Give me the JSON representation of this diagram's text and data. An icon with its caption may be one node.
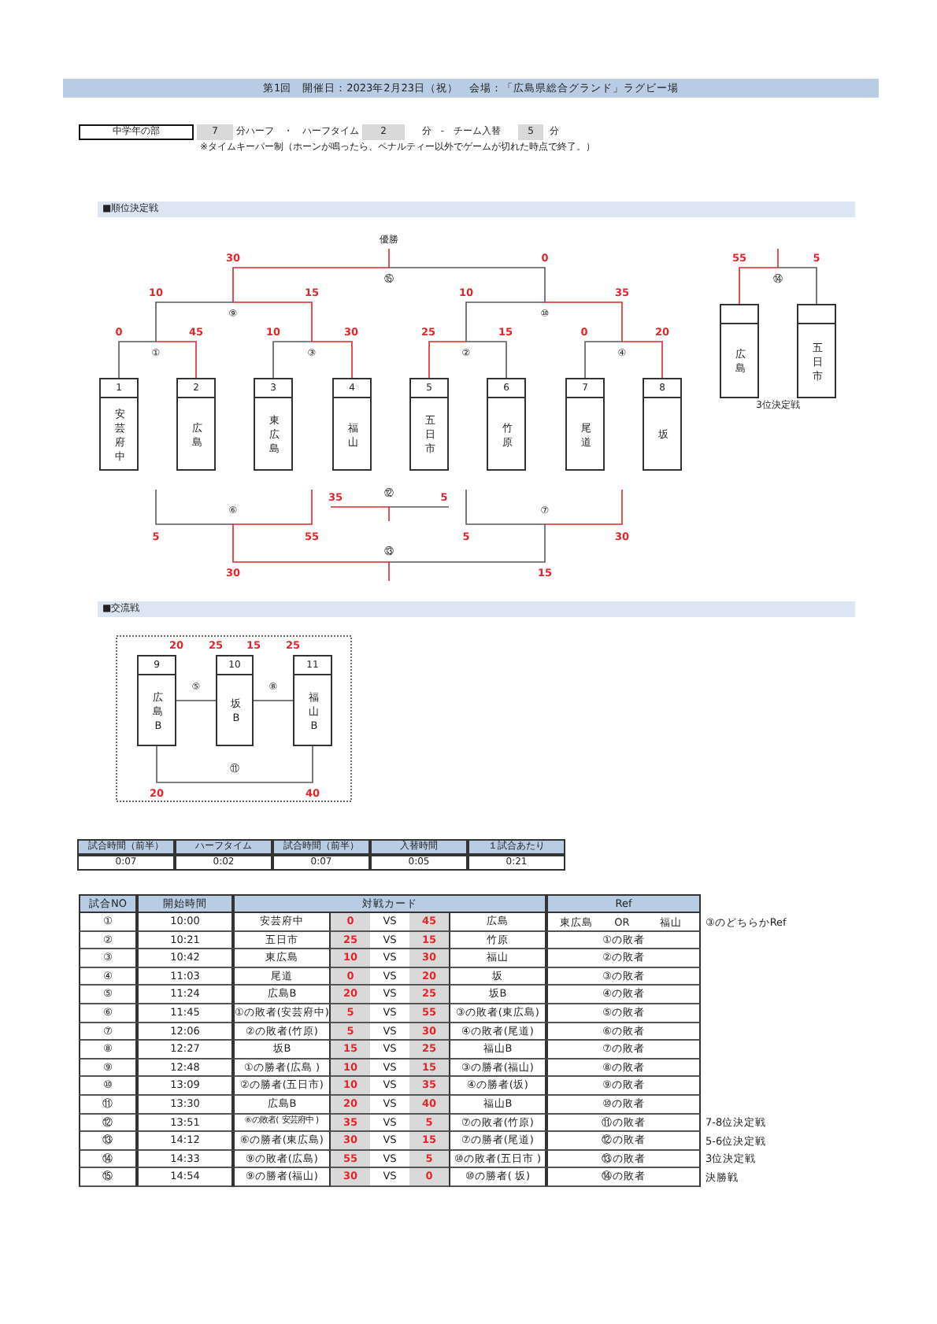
{
  "diagram": {
    "title": "第1回　開催日：2023年2月23日（祝）　会場：「広島県総合グランド」ラグビー場",
    "nodes": [
      {
        "text": [
          "中学年の部"
        ]
      },
      {
        "text": [
          "■順位決定戦"
        ]
      },
      {
        "text": [
          "優勝"
        ]
      },
      {
        "text": [
          "⑮"
        ]
      },
      {
        "text": [
          "⑨"
        ]
      },
      {
        "text": [
          "⑩"
        ]
      },
      {
        "text": [
          "①"
        ]
      },
      {
        "text": [
          "③"
        ]
      },
      {
        "text": [
          "②"
        ]
      },
      {
        "text": [
          "④"
        ]
      },
      {
        "text": [
          "1",
          "安芸府中"
        ]
      },
      {
        "text": [
          "2",
          "広島"
        ]
      },
      {
        "text": [
          "3",
          "東広島"
        ]
      },
      {
        "text": [
          "4",
          "福山"
        ]
      },
      {
        "text": [
          "5",
          "五日市"
        ]
      },
      {
        "text": [
          "6",
          "竹原"
        ]
      },
      {
        "text": [
          "7",
          "尾道"
        ]
      },
      {
        "text": [
          "8",
          "坂"
        ]
      },
      {
        "text": [
          "⑭"
        ]
      },
      {
        "text": [
          "広島"
        ]
      },
      {
        "text": [
          "五日市"
        ]
      },
      {
        "text": [
          "⑥"
        ]
      },
      {
        "text": [
          "⑫"
        ]
      },
      {
        "text": [
          "⑦"
        ]
      },
      {
        "text": [
          "⑬"
        ]
      },
      {
        "text": [
          "■交流戦"
        ]
      },
      {
        "text": [
          "9",
          "広島B"
        ]
      },
      {
        "text": [
          "⑤"
        ]
      },
      {
        "text": [
          "10",
          "坂B"
        ]
      },
      {
        "text": [
          "⑧"
        ]
      },
      {
        "text": [
          "11",
          "福山B"
        ]
      },
      {
        "text": [
          "⑪"
        ]
      }
    ],
    "edges": [
      {
        "from": 10,
        "to": 6,
        "arrow": "none",
        "label": "0"
      },
      {
        "from": 11,
        "to": 6,
        "arrow": "none",
        "label": "45",
        "color": "#e0262b"
      },
      {
        "from": 12,
        "to": 7,
        "arrow": "none",
        "label": "10"
      },
      {
        "from": 13,
        "to": 7,
        "arrow": "none",
        "label": "30",
        "color": "#e0262b"
      },
      {
        "from": 14,
        "to": 8,
        "arrow": "none",
        "label": "25",
        "color": "#e0262b"
      },
      {
        "from": 15,
        "to": 8,
        "arrow": "none",
        "label": "15"
      },
      {
        "from": 16,
        "to": 9,
        "arrow": "none",
        "label": "0"
      },
      {
        "from": 17,
        "to": 9,
        "arrow": "none",
        "label": "20",
        "color": "#e0262b"
      },
      {
        "from": 6,
        "to": 4,
        "arrow": "none",
        "label": "10"
      },
      {
        "from": 7,
        "to": 4,
        "arrow": "none",
        "label": "15",
        "color": "#e0262b"
      },
      {
        "from": 8,
        "to": 5,
        "arrow": "none",
        "label": "10"
      },
      {
        "from": 9,
        "to": 5,
        "arrow": "none",
        "label": "35",
        "color": "#e0262b"
      },
      {
        "from": 4,
        "to": 3,
        "arrow": "none",
        "label": "30",
        "color": "#e0262b"
      },
      {
        "from": 5,
        "to": 3,
        "arrow": "none",
        "label": "0"
      },
      {
        "from": 3,
        "to": 2,
        "arrow": "none",
        "color": "#e0262b"
      },
      {
        "from": 19,
        "to": 18,
        "arrow": "none",
        "label": "55",
        "color": "#e0262b"
      },
      {
        "from": 20,
        "to": 18,
        "arrow": "none",
        "label": "5"
      },
      {
        "from": 18,
        "to": null,
        "arrow": "none",
        "color": "#e0262b"
      },
      {
        "from": null,
        "to": 21,
        "arrow": "none",
        "label": "5"
      },
      {
        "from": null,
        "to": 21,
        "arrow": "none",
        "label": "55",
        "color": "#e0262b"
      },
      {
        "from": null,
        "to": 23,
        "arrow": "none",
        "label": "5"
      },
      {
        "from": null,
        "to": 23,
        "arrow": "none",
        "label": "30",
        "color": "#e0262b"
      },
      {
        "from": 21,
        "to": 24,
        "arrow": "none",
        "label": "30",
        "color": "#e0262b"
      },
      {
        "from": 23,
        "to": 24,
        "arrow": "none",
        "label": "15"
      },
      {
        "from": 24,
        "to": null,
        "arrow": "none",
        "color": "#e0262b"
      },
      {
        "from": null,
        "to": 22,
        "arrow": "none",
        "label": "35",
        "color": "#e0262b"
      },
      {
        "from": null,
        "to": 22,
        "arrow": "none",
        "label": "5"
      },
      {
        "from": 22,
        "to": null,
        "arrow": "none",
        "color": "#e0262b"
      },
      {
        "from": 26,
        "to": 27,
        "arrow": "none",
        "label": "20"
      },
      {
        "from": 28,
        "to": 27,
        "arrow": "none",
        "label": "25"
      },
      {
        "from": 28,
        "to": 29,
        "arrow": "none",
        "label": "15"
      },
      {
        "from": 30,
        "to": 29,
        "arrow": "none",
        "label": "25"
      },
      {
        "from": 26,
        "to": 31,
        "arrow": "none",
        "label": "20"
      },
      {
        "from": 30,
        "to": 31,
        "arrow": "none",
        "label": "40"
      }
    ],
    "labels": [
      "7",
      "分ハーフ　・　ハーフタイム",
      "2",
      "分　-　チーム入替",
      "5",
      "分",
      "※タイムキーパー制（ホーンが鳴ったら、ペナルティー以外でゲームが切れた時点で終了。）",
      "3位決定戦",
      "試合時間（前半）",
      "ハーフタイム",
      "試合時間（前半）",
      "入替時間",
      "１試合あたり",
      "0:07",
      "0:02",
      "0:07",
      "0:05",
      "0:21",
      "試合NO",
      "開始時間",
      "対戦カード",
      "Ref",
      "①",
      "10:00",
      "安芸府中",
      "0",
      "VS",
      "45",
      "広島",
      "東広島",
      "OR",
      "福山",
      "③のどちらかRef",
      "②",
      "10:21",
      "五日市",
      "25",
      "VS",
      "15",
      "竹原",
      "①の敗者",
      "③",
      "10:42",
      "東広島",
      "10",
      "VS",
      "30",
      "福山",
      "②の敗者",
      "④",
      "11:03",
      "尾道",
      "0",
      "VS",
      "20",
      "坂",
      "③の敗者",
      "⑤",
      "11:24",
      "広島B",
      "20",
      "VS",
      "25",
      "坂B",
      "④の敗者",
      "⑥",
      "11:45",
      "①の敗者(安芸府中)",
      "5",
      "VS",
      "55",
      "③の敗者(東広島)",
      "⑤の敗者",
      "⑦",
      "12:06",
      "②の敗者(竹原)",
      "5",
      "VS",
      "30",
      "④の敗者(尾道)",
      "⑥の敗者",
      "⑧",
      "12:27",
      "坂B",
      "15",
      "VS",
      "25",
      "福山B",
      "⑦の敗者",
      "⑨",
      "12:48",
      "①の勝者(広島 )",
      "10",
      "VS",
      "15",
      "③の勝者(福山)",
      "⑧の敗者",
      "⑩",
      "13:09",
      "②の勝者(五日市)",
      "10",
      "VS",
      "35",
      "④の勝者(坂)",
      "⑨の敗者",
      "⑪",
      "13:30",
      "広島B",
      "20",
      "VS",
      "40",
      "福山B",
      "⑩の敗者",
      "⑫",
      "13:51",
      "⑥の敗者( 安芸府中 )",
      "35",
      "VS",
      "5",
      "⑦の敗者(竹原)",
      "⑪の敗者",
      "7-8位決定戦",
      "⑬",
      "14:12",
      "⑥の勝者(東広島)",
      "30",
      "VS",
      "15",
      "⑦の勝者(尾道)",
      "⑫の敗者",
      "5-6位決定戦",
      "⑭",
      "14:33",
      "⑨の敗者(広島)",
      "55",
      "VS",
      "5",
      "⑩の敗者(五日市 )",
      "⑬の敗者",
      "3位決定戦",
      "⑮",
      "14:54",
      "⑨の勝者(福山)",
      "30",
      "VS",
      "0",
      "⑩の勝者( 坂)",
      "⑭の敗者",
      "決勝戦"
    ]
  }
}
